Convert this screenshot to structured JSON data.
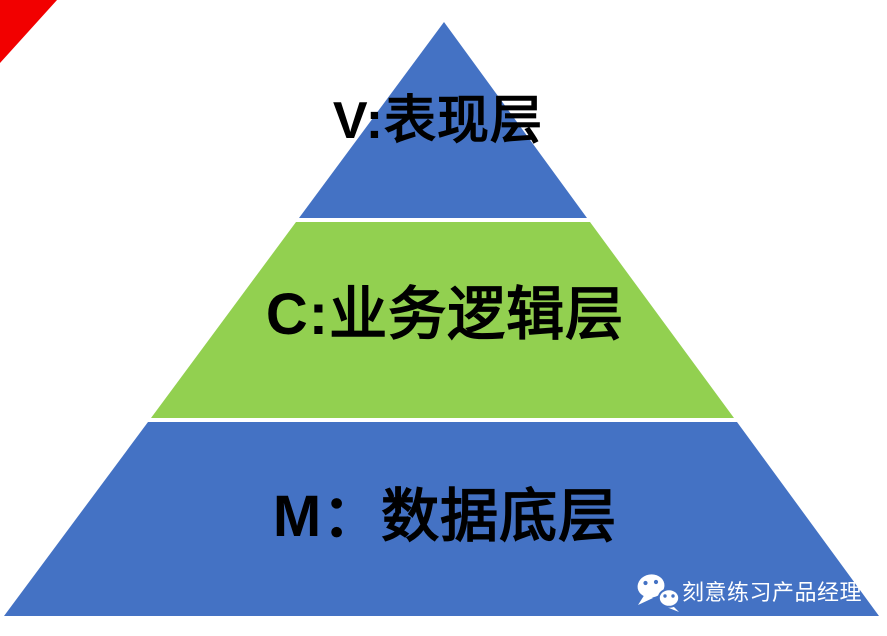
{
  "canvas": {
    "width": "887",
    "height": "636"
  },
  "colors": {
    "bg": "#ffffff",
    "blue": "#4472c4",
    "green": "#92d050",
    "red": "#f20000",
    "white": "#ffffff",
    "text": "#000000"
  },
  "corner_marker": {
    "name": "red-corner-triangle",
    "fill": "#f20000"
  },
  "pyramid": {
    "type": "pyramid-diagram",
    "layers": [
      {
        "label": "V:表现层",
        "fill": "#4472c4"
      },
      {
        "label": "C:业务逻辑层",
        "fill": "#92d050"
      },
      {
        "label": "M：数据底层",
        "fill": "#4472c4"
      }
    ]
  },
  "watermark": {
    "icon": "wechat-icon",
    "label": "刻意练习产品经理"
  }
}
